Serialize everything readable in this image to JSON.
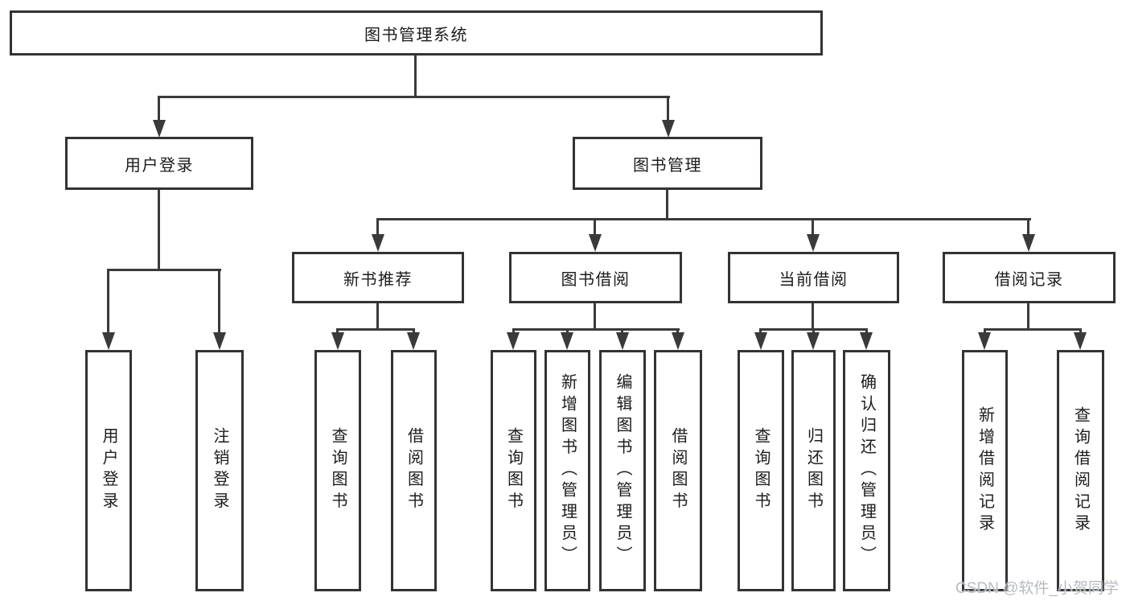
{
  "diagram": {
    "root": {
      "label": "图书管理系统"
    },
    "branches": [
      {
        "label": "用户登录",
        "leaves": [
          {
            "label": "用户登录"
          },
          {
            "label": "注销登录"
          }
        ]
      },
      {
        "label": "图书管理",
        "groups": [
          {
            "label": "新书推荐",
            "leaves": [
              {
                "label": "查询图书"
              },
              {
                "label": "借阅图书"
              }
            ]
          },
          {
            "label": "图书借阅",
            "leaves": [
              {
                "label": "查询图书"
              },
              {
                "label": "新增图书（管理员）"
              },
              {
                "label": "编辑图书（管理员）"
              },
              {
                "label": "借阅图书"
              }
            ]
          },
          {
            "label": "当前借阅",
            "leaves": [
              {
                "label": "查询图书"
              },
              {
                "label": "归还图书"
              },
              {
                "label": "确认归还（管理员）"
              }
            ]
          },
          {
            "label": "借阅记录",
            "leaves": [
              {
                "label": "新增借阅记录"
              },
              {
                "label": "查询借阅记录"
              }
            ]
          }
        ]
      }
    ]
  },
  "watermark": "CSDN @软件_小贺同学",
  "colors": {
    "line": "#3a3a3a",
    "box_border": "#333333",
    "text": "#1c1c1c",
    "background": "#ffffff",
    "watermark": "#b7bbc1"
  }
}
